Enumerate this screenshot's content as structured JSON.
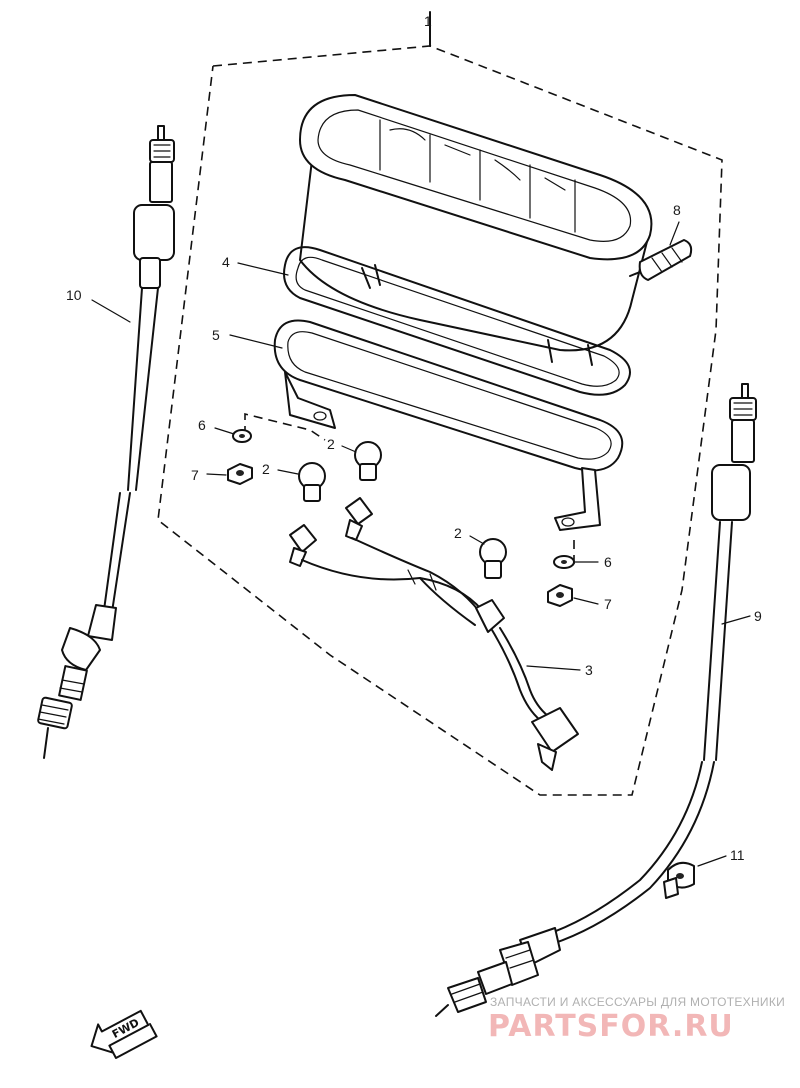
{
  "diagram": {
    "assembly_label": "1",
    "callouts": {
      "bulb_a": "2",
      "bulb_b": "2",
      "bulb_c": "2",
      "harness": "3",
      "gasket_upper": "4",
      "gasket_lower": "5",
      "washer_left": "6",
      "washer_right": "6",
      "nut_left": "7",
      "nut_right": "7",
      "knob": "8",
      "cable_right": "9",
      "cable_left": "10",
      "clamp": "11"
    },
    "fwd_arrow": "FWD"
  },
  "watermark": {
    "tagline": "ЗАПЧАСТИ И АКСЕССУАРЫ ДЛЯ МОТОТЕХНИКИ",
    "brand": "PARTSFOR.RU"
  }
}
